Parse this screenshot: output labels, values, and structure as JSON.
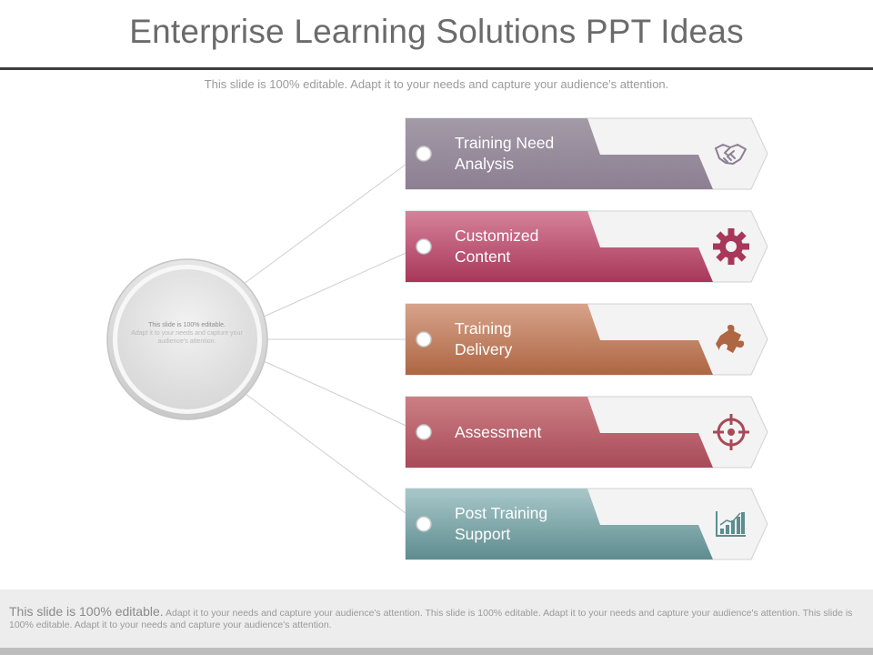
{
  "slide": {
    "title": "Enterprise Learning Solutions PPT Ideas",
    "subtitle": "This slide is 100% editable. Adapt it to your needs and capture your audience's attention."
  },
  "center": {
    "text_first": "This slide is 100% editable.",
    "text_rest": "Adapt it to your needs and capture your audience's attention."
  },
  "stages": [
    {
      "lines": [
        "Training Need",
        "Analysis"
      ],
      "icon": "handshake-icon",
      "color_light": "#a39aa7",
      "color_dark": "#8c7f92"
    },
    {
      "lines": [
        "Customized",
        "Content"
      ],
      "icon": "gear-icon",
      "color_light": "#d6829b",
      "color_dark": "#a8375a"
    },
    {
      "lines": [
        "Training",
        "Delivery"
      ],
      "icon": "puzzle-icon",
      "color_light": "#d7a38b",
      "color_dark": "#ae6643"
    },
    {
      "lines": [
        "Assessment"
      ],
      "icon": "target-icon",
      "color_light": "#cc7f85",
      "color_dark": "#a84a58"
    },
    {
      "lines": [
        "Post Training",
        "Support"
      ],
      "icon": "bar-chart-icon",
      "color_light": "#a9c8ca",
      "color_dark": "#5e8c8f"
    }
  ],
  "footer": {
    "lead": "This slide is 100% editable.",
    "rest": "Adapt it to your needs and capture your audience's attention. This slide is 100% editable. Adapt it to your needs and capture your audience's attention. This slide is 100% editable. Adapt it to your needs and capture your audience's attention."
  }
}
